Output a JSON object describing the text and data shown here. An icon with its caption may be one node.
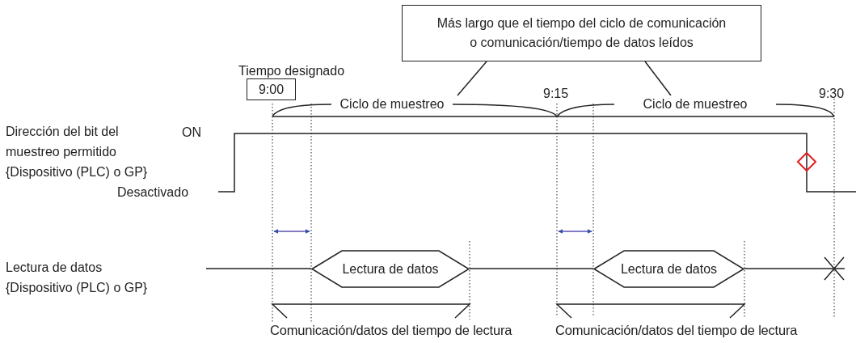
{
  "diagram": {
    "nodes": [
      {
        "text": [
          "Más largo que el tiempo del ciclo de comunicación o comunicación/tiempo de datos leídos"
        ]
      },
      {
        "text": [
          "9:00"
        ]
      },
      {
        "text": [
          "Ciclo de muestreo"
        ]
      },
      {
        "text": [
          "Ciclo de muestreo"
        ]
      },
      {
        "text": [
          "Lectura de datos"
        ]
      },
      {
        "text": [
          "Lectura de datos"
        ]
      }
    ],
    "edges": [
      {
        "from": 0,
        "to": 2,
        "arrow": "none"
      },
      {
        "from": 0,
        "to": 3,
        "arrow": "none"
      }
    ],
    "labels": [
      "Tiempo designado",
      "9:15",
      "9:30",
      "Dirección del bit del muestreo permitido {Dispositivo (PLC) o GP}",
      "ON",
      "Desactivado",
      "Lectura de datos {Dispositivo (PLC) o GP}",
      "Comunicación/datos del tiempo de lectura",
      "Comunicación/datos del tiempo de lectura"
    ]
  }
}
